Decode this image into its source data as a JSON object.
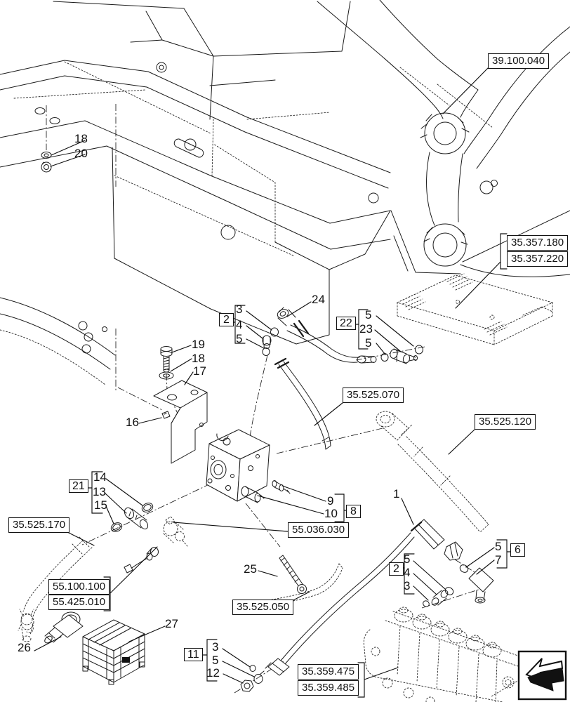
{
  "page": {
    "kind": "parts-catalog-exploded-diagram",
    "background": "#ffffff",
    "ink": "#1a1a1a"
  },
  "section_links": [
    {
      "label": "39.100.040"
    },
    {
      "label": "35.357.180"
    },
    {
      "label": "35.357.220"
    },
    {
      "label": "35.525.070"
    },
    {
      "label": "35.525.120"
    },
    {
      "label": "35.525.170"
    },
    {
      "label": "55.100.100"
    },
    {
      "label": "55.425.010"
    },
    {
      "label": "55.036.030"
    },
    {
      "label": "35.525.050"
    },
    {
      "label": "35.359.475"
    },
    {
      "label": "35.359.485"
    }
  ],
  "group_refs": [
    {
      "label": "2"
    },
    {
      "label": "22"
    },
    {
      "label": "21"
    },
    {
      "label": "8"
    },
    {
      "label": "6"
    },
    {
      "label": "2"
    },
    {
      "label": "11"
    }
  ],
  "callouts": [
    {
      "label": "18"
    },
    {
      "label": "20"
    },
    {
      "label": "24"
    },
    {
      "label": "3"
    },
    {
      "label": "4"
    },
    {
      "label": "5"
    },
    {
      "label": "5"
    },
    {
      "label": "23"
    },
    {
      "label": "5"
    },
    {
      "label": "19"
    },
    {
      "label": "18"
    },
    {
      "label": "17"
    },
    {
      "label": "16"
    },
    {
      "label": "14"
    },
    {
      "label": "13"
    },
    {
      "label": "15"
    },
    {
      "label": "9"
    },
    {
      "label": "10"
    },
    {
      "label": "1"
    },
    {
      "label": "25"
    },
    {
      "label": "5"
    },
    {
      "label": "7"
    },
    {
      "label": "5"
    },
    {
      "label": "4"
    },
    {
      "label": "3"
    },
    {
      "label": "26"
    },
    {
      "label": "27"
    },
    {
      "label": "3"
    },
    {
      "label": "5"
    },
    {
      "label": "12"
    }
  ],
  "nav": {
    "icon": "page-continuation-arrow"
  }
}
